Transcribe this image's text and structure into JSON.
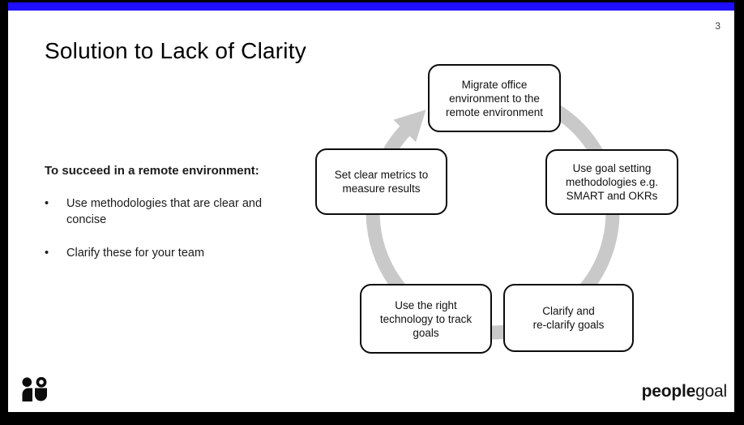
{
  "slide": {
    "page_number": "3",
    "title": "Solution to Lack of Clarity"
  },
  "left_panel": {
    "heading": "To succeed in a remote environment:",
    "bullet_char": "•",
    "bullets": [
      "Use methodologies that are clear and concise",
      "Clarify these for your team"
    ]
  },
  "diagram": {
    "type": "cycle",
    "direction": "clockwise",
    "steps": [
      {
        "position": "top",
        "label": "Migrate office\nenvironment to the\nremote environment"
      },
      {
        "position": "right",
        "label": "Use goal setting\nmethodologies e.g.\nSMART and OKRs"
      },
      {
        "position": "bottom-right",
        "label": "Clarify and\nre-clarify goals"
      },
      {
        "position": "bottom-left",
        "label": "Use the right\ntechnology to track\ngoals"
      },
      {
        "position": "left",
        "label": "Set clear metrics to\nmeasure results"
      }
    ]
  },
  "footer": {
    "logo_bold": "people",
    "logo_light": "goal"
  },
  "colors": {
    "accent_blue": "#1e0eff",
    "arrow_gray": "#c9c9c9",
    "slide_bg": "#ffffff",
    "frame_bg": "#000000",
    "box_border": "#0c0c0c"
  }
}
